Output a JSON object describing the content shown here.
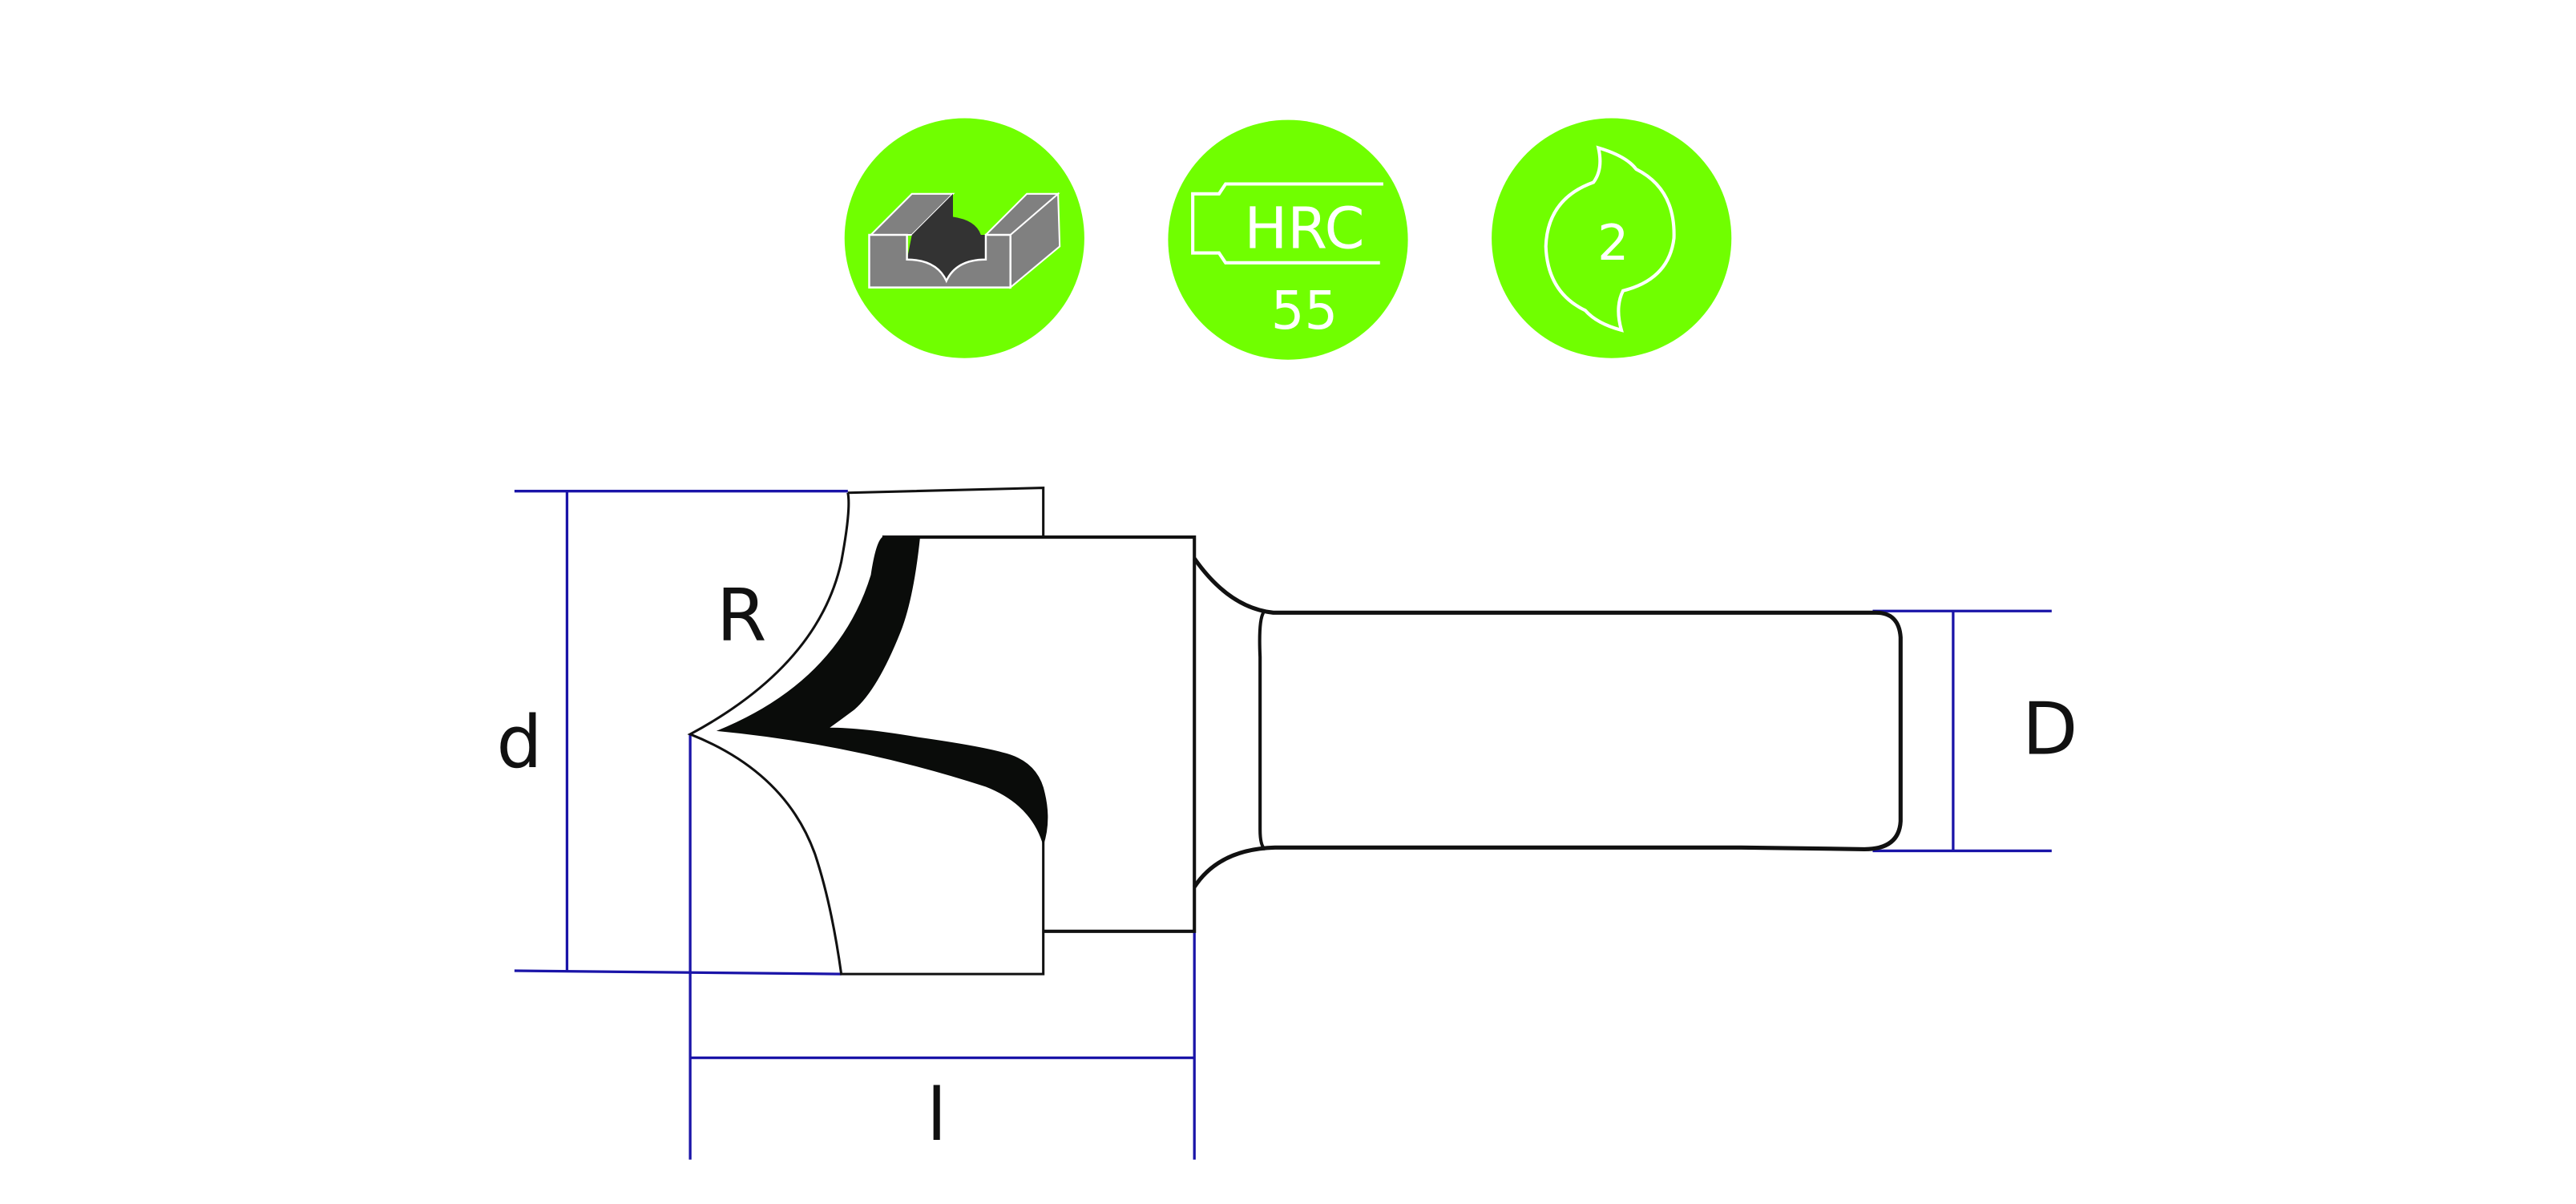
{
  "icons": [
    {
      "name": "profile-cut-icon"
    },
    {
      "name": "hardness-icon",
      "title": "HRC",
      "value": "55"
    },
    {
      "name": "flutes-icon",
      "value": "2"
    }
  ],
  "dimensions": {
    "d": "d",
    "R": "R",
    "D": "D",
    "l": "l"
  },
  "colors": {
    "badge": "#70ff00",
    "dimension_line": "#1a14a8",
    "outline": "#111111"
  }
}
